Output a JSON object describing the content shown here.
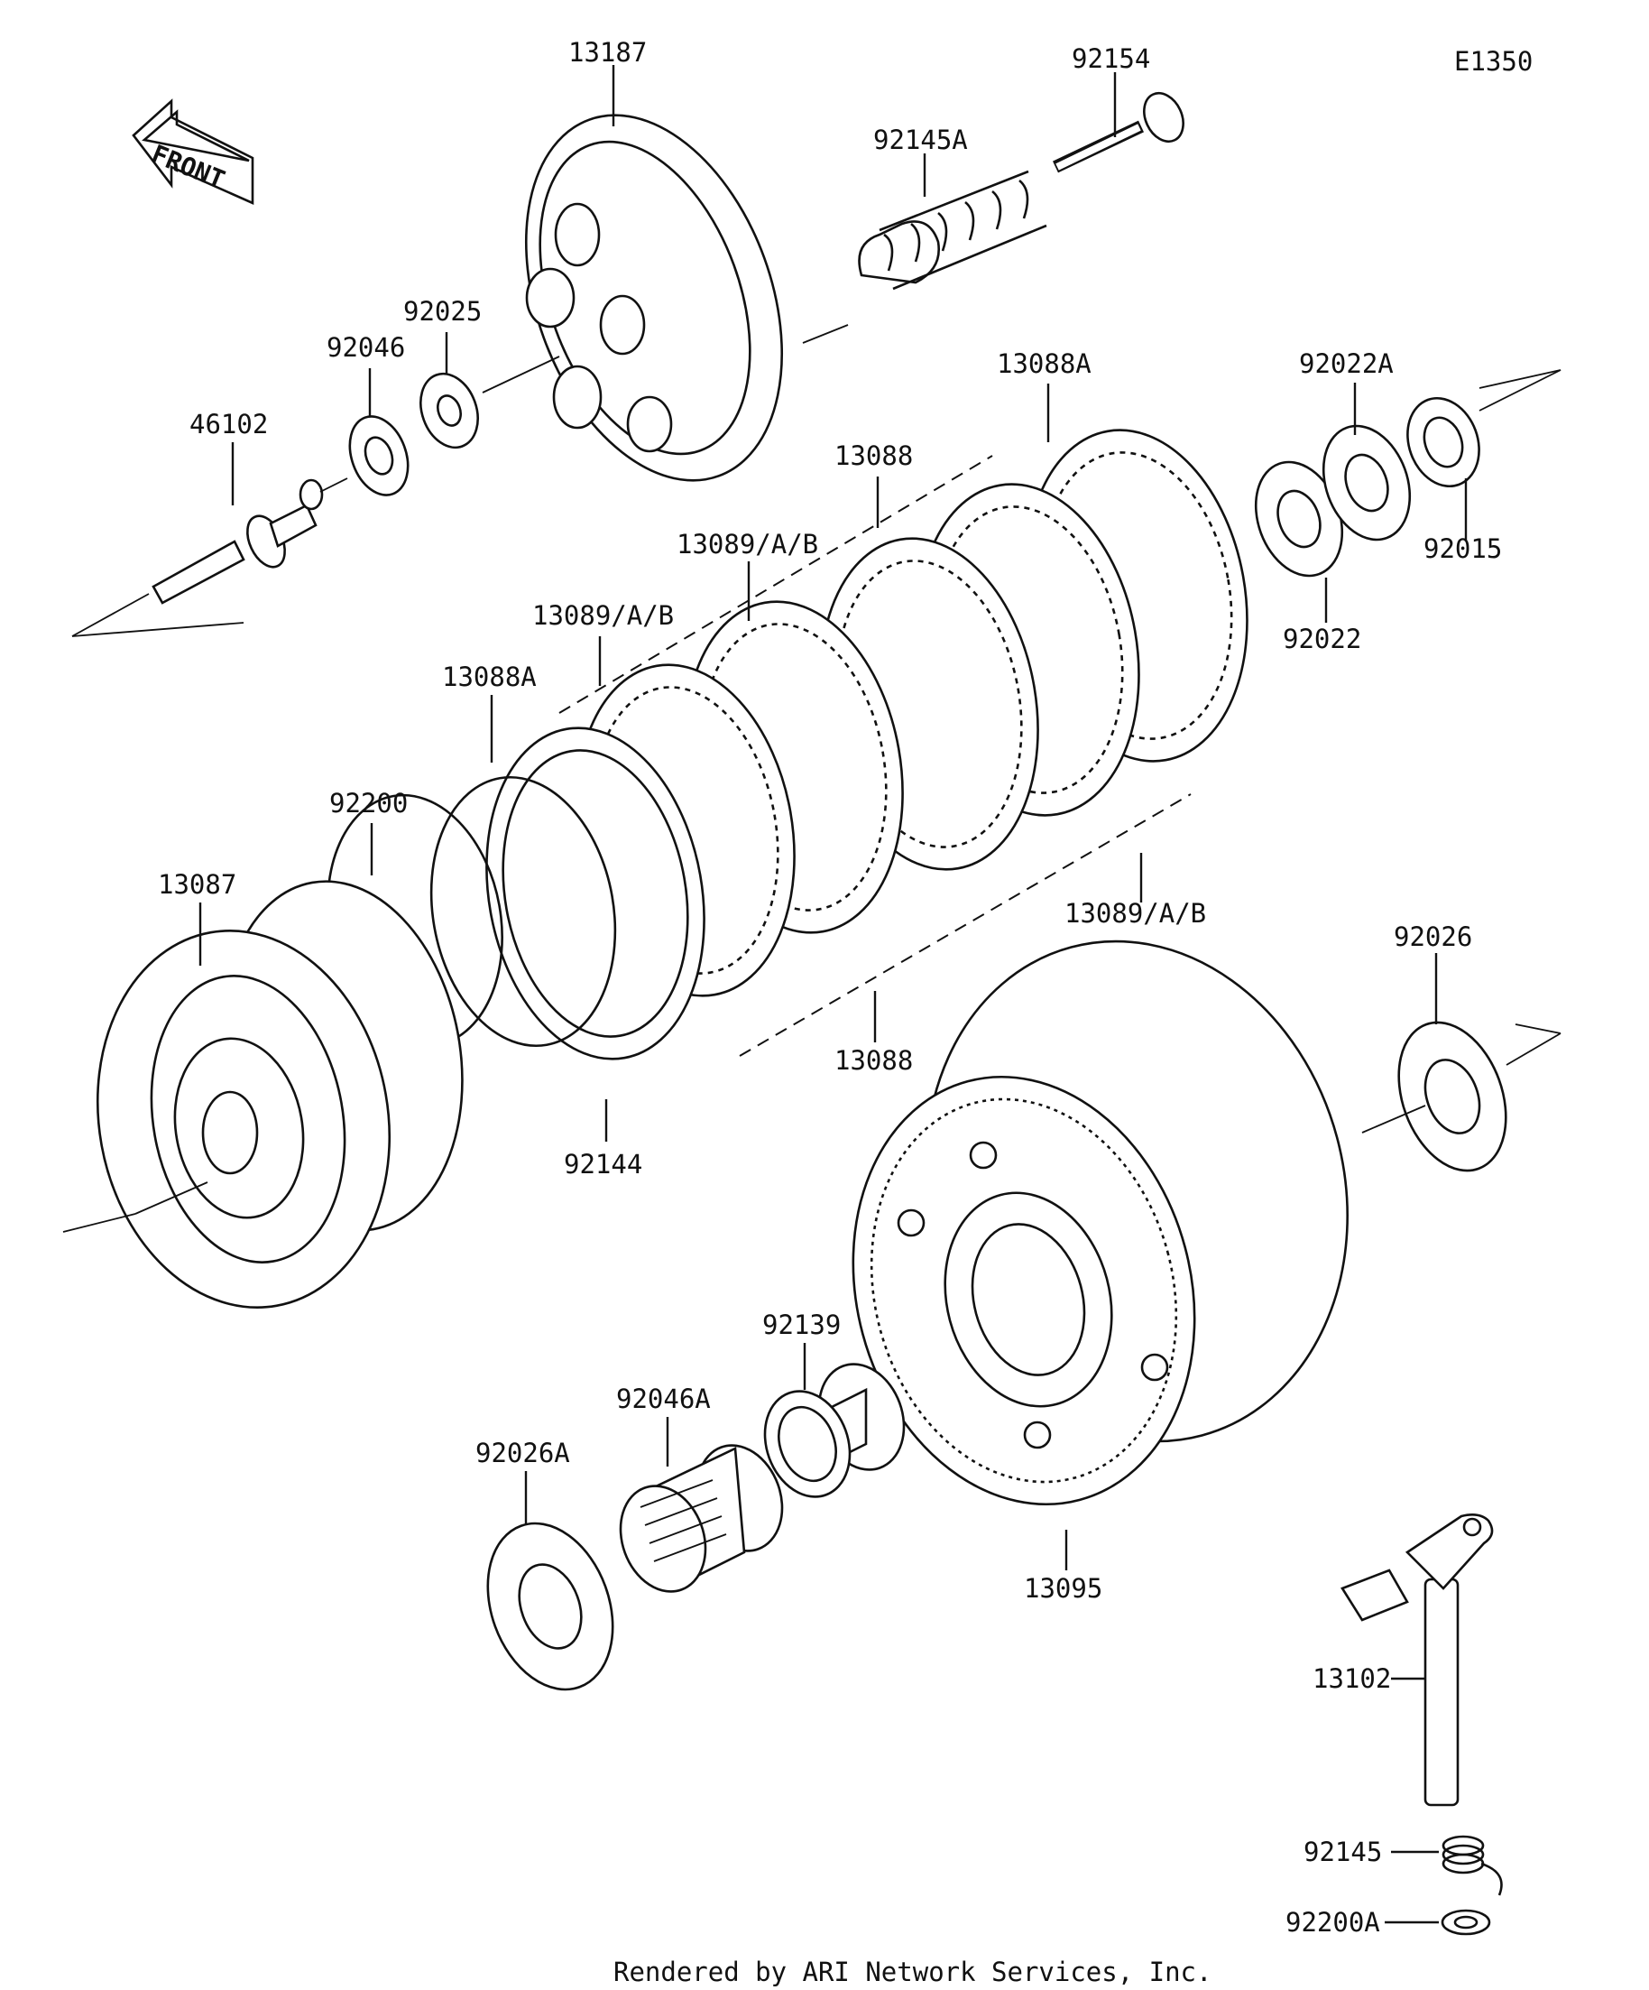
{
  "diagram_code": "E1350",
  "front_label": "FRONT",
  "footer": "Rendered by ARI Network Services, Inc.",
  "labels": {
    "p13187": "13187",
    "p92154": "92154",
    "p92145A": "92145A",
    "p92025": "92025",
    "p92046": "92046",
    "p46102": "46102",
    "p13088A_top": "13088A",
    "p92022A": "92022A",
    "p92015": "92015",
    "p92022": "92022",
    "p13088_top": "13088",
    "p13089AB_1": "13089/A/B",
    "p13089AB_2": "13089/A/B",
    "p13088A_left": "13088A",
    "p92200": "92200",
    "p13087": "13087",
    "p13089AB_3": "13089/A/B",
    "p13088_bottom": "13088",
    "p92144": "92144",
    "p92026": "92026",
    "p92139": "92139",
    "p92046A": "92046A",
    "p92026A": "92026A",
    "p13095": "13095",
    "p13102": "13102",
    "p92145": "92145",
    "p92200A": "92200A"
  }
}
